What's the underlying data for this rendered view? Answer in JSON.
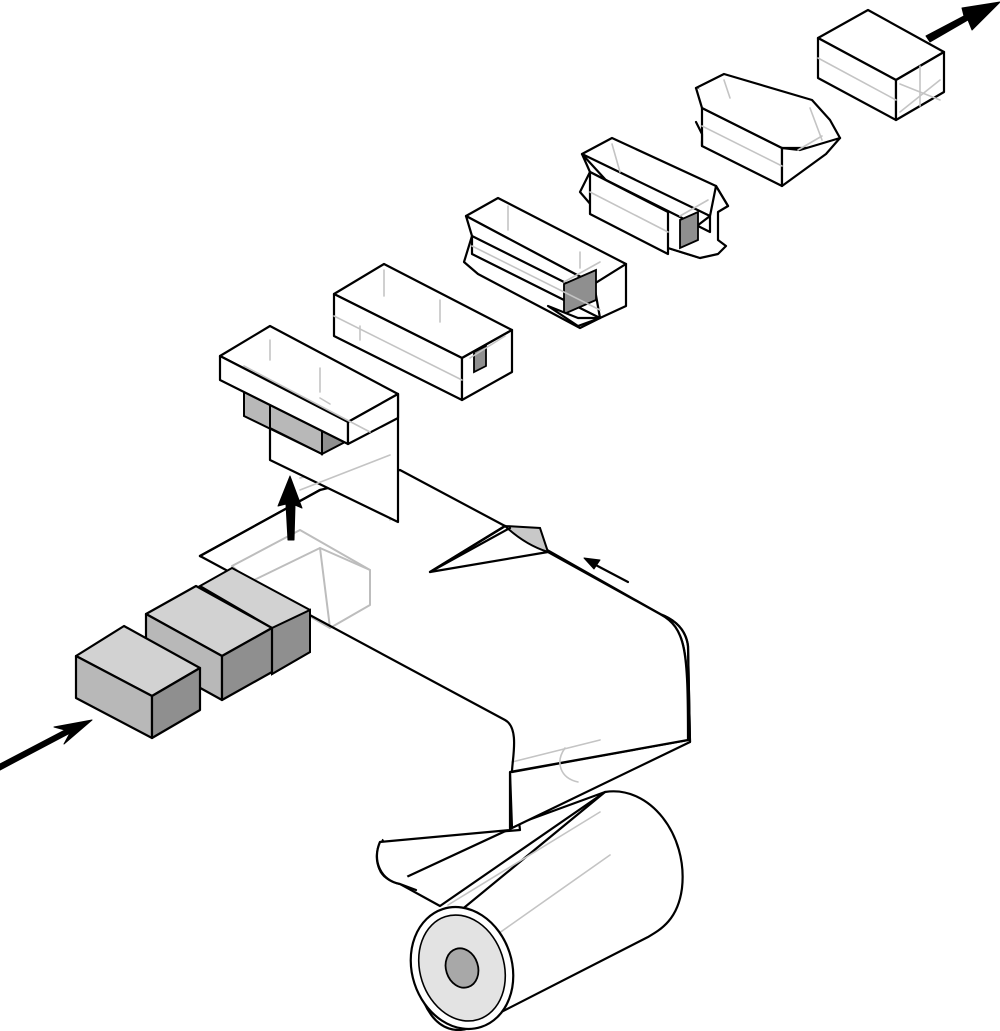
{
  "diagram": {
    "kind": "flow-wrapping-machine-illustration",
    "colors": {
      "outline": "#000000",
      "film": "#ffffff",
      "product_top": "#d2d2d2",
      "product_left": "#b8b8b8",
      "product_right": "#8f8f8f",
      "hidden_lines": "#c4c4c4",
      "film_underside": "#c8c8c8",
      "core_face": "#e3e3e3",
      "core_hole": "#a8a8a8"
    },
    "stages": [
      {
        "id": "film-roll",
        "icon": "film-roll-icon"
      },
      {
        "id": "film-web",
        "icon": "film-web-icon"
      },
      {
        "id": "product-infeed",
        "icon": "product-box-icon",
        "count": 3
      },
      {
        "id": "forming-tube",
        "icon": "forming-tube-icon"
      },
      {
        "id": "longitudinal-seal",
        "icon": "sealed-tube-icon"
      },
      {
        "id": "end-tuck-1",
        "icon": "end-fold-icon"
      },
      {
        "id": "end-tuck-2",
        "icon": "end-fold-icon"
      },
      {
        "id": "end-fold-3",
        "icon": "end-fold-icon"
      },
      {
        "id": "finished-pack",
        "icon": "finished-pack-icon"
      }
    ],
    "arrows": [
      "infeed-arrow",
      "lift-arrow",
      "film-direction-arrow",
      "outfeed-arrow"
    ]
  }
}
